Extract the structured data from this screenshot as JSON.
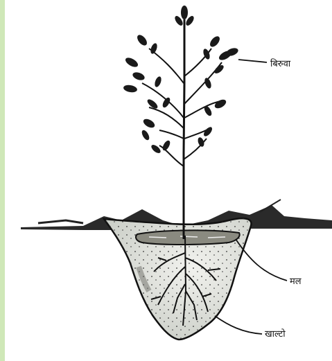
{
  "labels": {
    "seedling": "बिरुवा",
    "manure": "मल",
    "pit": "खाल्टो"
  },
  "colors": {
    "ink": "#111111",
    "soil_fill": "#d9dcd6",
    "manure_fill": "#8a8a80",
    "left_strip": "#cfe8b8"
  }
}
